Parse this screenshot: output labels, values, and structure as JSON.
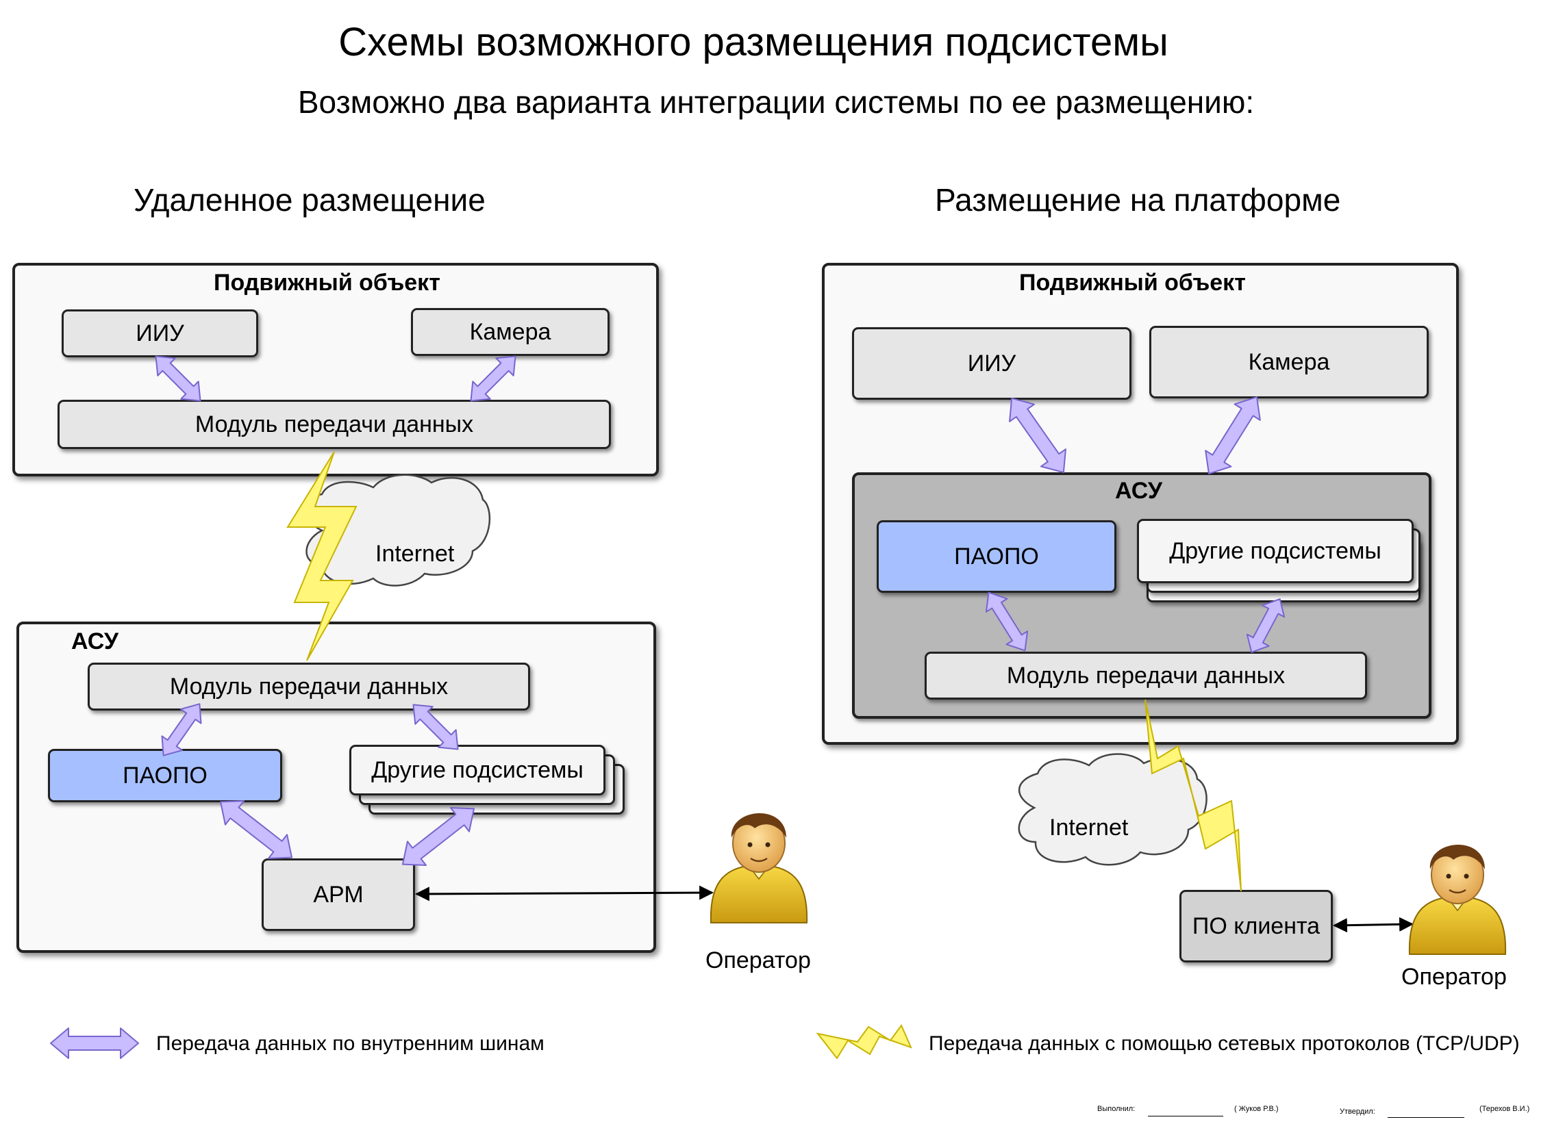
{
  "title": "Схемы возможного размещения подсистемы",
  "subtitle": "Возможно два варианта интеграции системы по ее размещению:",
  "left": {
    "heading": "Удаленное размещение",
    "mobile_object": {
      "label": "Подвижный объект",
      "iiu": "ИИУ",
      "camera": "Камера",
      "data_module": "Модуль передачи данных"
    },
    "internet": "Internet",
    "asu": {
      "label": "АСУ",
      "data_module": "Модуль передачи данных",
      "paopo": "ПАОПО",
      "other_subsystems": "Другие подсистемы",
      "arm": "АРМ"
    },
    "operator": "Оператор"
  },
  "right": {
    "heading": "Размещение на платформе",
    "mobile_object": {
      "label": "Подвижный объект",
      "iiu": "ИИУ",
      "camera": "Камера"
    },
    "asu": {
      "label": "АСУ",
      "paopo": "ПАОПО",
      "other_subsystems": "Другие подсистемы",
      "data_module": "Модуль передачи данных"
    },
    "internet": "Internet",
    "client_software": "ПО клиента",
    "operator": "Оператор"
  },
  "legend": {
    "internal_bus": "Передача данных по внутренним шинам",
    "network": "Передача данных с помощью сетевых протоколов (TCP/UDP)"
  },
  "signature": {
    "performed_label": "Выполнил:",
    "performed_name": "( Жуков Р.В.)",
    "approved_label": "Утвердил:",
    "approved_name": "(Терехов В.И.)"
  },
  "colors": {
    "bus_arrow": "#c9bcff",
    "network_bolt": "#fff67a",
    "paopo_fill": "#a6c0ff",
    "person_shirt": "#f0c020"
  }
}
